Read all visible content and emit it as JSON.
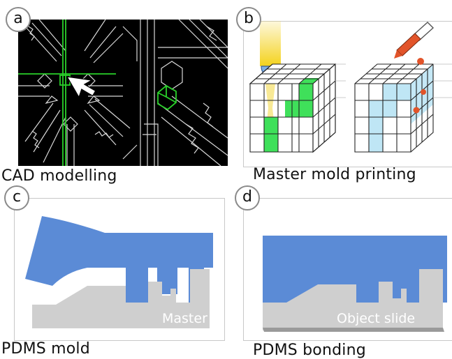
{
  "panels": {
    "a": {
      "letter": "a",
      "caption": "CAD modelling"
    },
    "b": {
      "letter": "b",
      "caption": "Master mold printing"
    },
    "c": {
      "letter": "c",
      "caption": "PDMS mold",
      "overlay_label": "Master"
    },
    "d": {
      "letter": "d",
      "caption": "PDMS bonding",
      "overlay_label": "Object slide"
    }
  },
  "colors": {
    "cad_background": "#000000",
    "cad_highlight": "#2ad12a",
    "light_beam": "#f4d21c",
    "printed_cells": "#3fe05a",
    "resin_fill": "#bfe6f5",
    "pdms_blue": "#5b8bd6",
    "master_gray": "#cfcfcf",
    "pipette_orange": "#e2542a"
  },
  "icons": {
    "cursor": "mouse-pointer-icon",
    "lens": "lens-icon",
    "pipette": "pipette-icon",
    "droplets": "droplet-icon"
  }
}
